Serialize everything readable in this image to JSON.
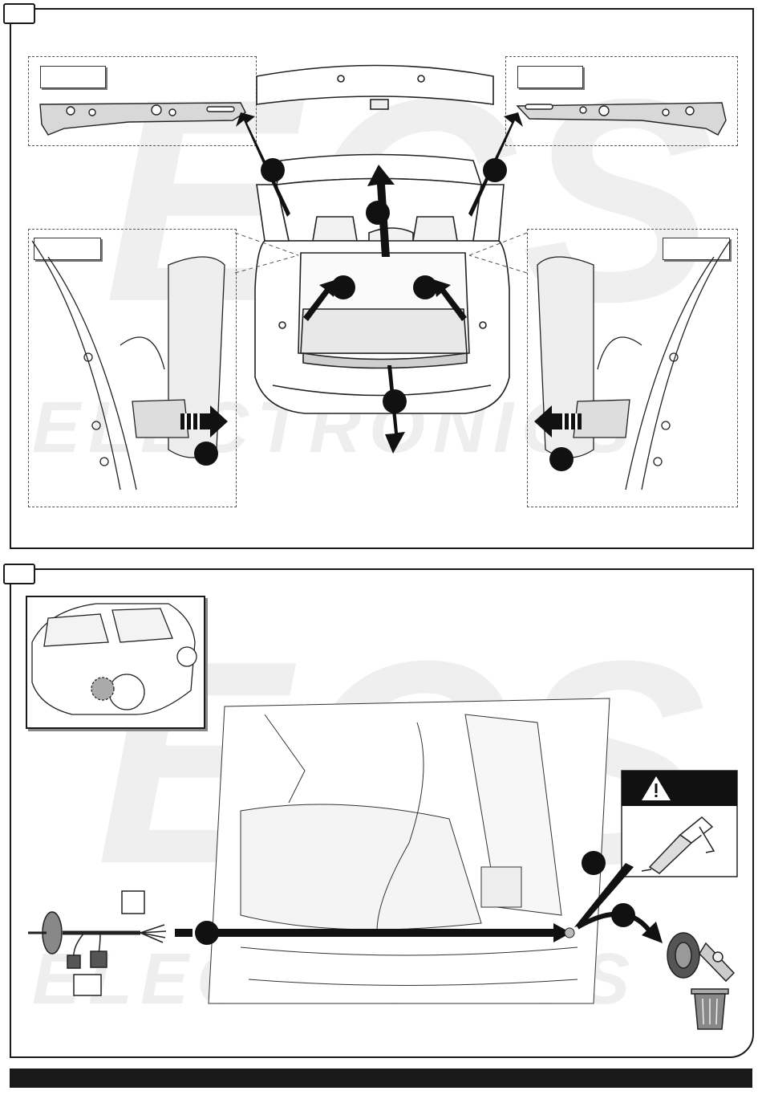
{
  "watermark": {
    "logo_text": "ECS",
    "brand_text": "ELECTRONICS"
  },
  "colors": {
    "frame": "#1a1a1a",
    "arrow": "#111111",
    "watermark": "#e6e6e6",
    "warning_bg": "#111111",
    "footer_bar": "#1a1a1a"
  },
  "panel_top": {
    "step_numbers_visible": false,
    "icons": [
      "left-tail-light-bracket",
      "right-tail-light-bracket",
      "car-rear-open-tailgate",
      "left-side-trim-panel",
      "right-side-trim-panel",
      "remove-arrow"
    ]
  },
  "panel_bottom": {
    "icons": [
      "car-rear-three-quarter-view",
      "harness-routing-arrow",
      "warning-triangle-icon",
      "sealant-gun-icon",
      "rubber-grommet-icon",
      "wire-harness-icon",
      "trash-bin-icon"
    ]
  }
}
